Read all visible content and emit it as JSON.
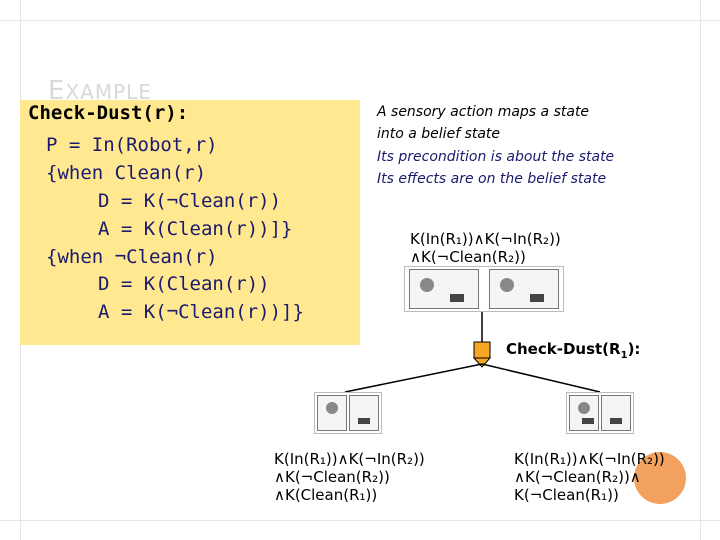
{
  "slide": {
    "title_first_letter": "E",
    "title_rest": "XAMPLE"
  },
  "code": {
    "header": "Check-Dust(r):",
    "precondition": "P = In(Robot,r)",
    "when1": "{when Clean(r)",
    "when1_delete": "D = K(¬Clean(r))",
    "when1_add": "A = K(Clean(r))]}",
    "when2": "{when ¬Clean(r)",
    "when2_delete": "D = K(Clean(r))",
    "when2_add": "A = K(¬Clean(r))]}"
  },
  "notes": {
    "line1": "A sensory action maps a state",
    "line2": "into a belief state",
    "line3": "Its precondition is about the state",
    "line4": "Its effects are on the belief state"
  },
  "top_state": {
    "line1": "K(In(R₁))∧K(¬In(R₂))",
    "line2": "∧K(¬Clean(R₂))"
  },
  "action": {
    "label": "Check-Dust(R",
    "subscript": "1",
    "suffix": "):"
  },
  "left_state": {
    "line1": "K(In(R₁))∧K(¬In(R₂))",
    "line2": "∧K(¬Clean(R₂))",
    "line3": "∧K(Clean(R₁))"
  },
  "right_state": {
    "line1": "K(In(R₁))∧K(¬In(R₂))",
    "line2": "∧K(¬Clean(R₂))∧",
    "line3": "K(¬Clean(R₁))"
  },
  "colors": {
    "code_bg": "#ffe88f",
    "code_text": "#1a1a6e",
    "title": "#d9d9d9",
    "node": "#f5a623",
    "accent_dot": "#f2a15e"
  }
}
